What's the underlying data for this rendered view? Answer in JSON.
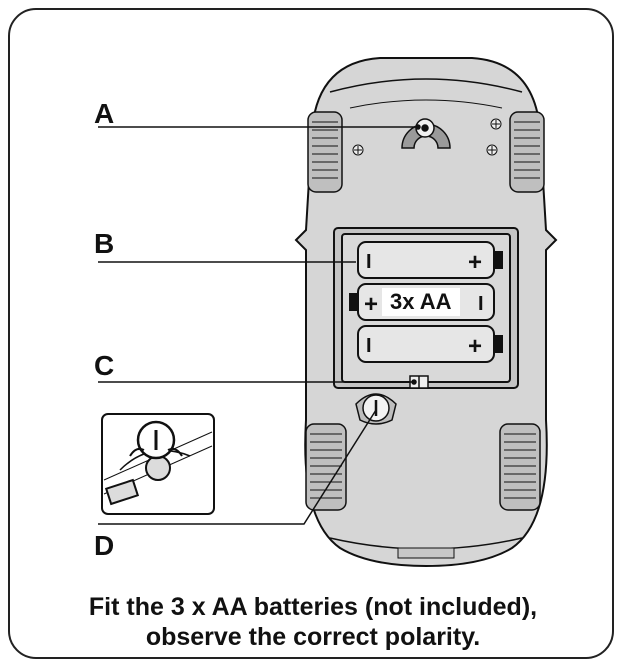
{
  "labels": {
    "a": "A",
    "b": "B",
    "c": "C",
    "d": "D"
  },
  "battery": {
    "count_label": "3x AA",
    "plus": "+",
    "minus": "I"
  },
  "lock_icon": "I",
  "caption": {
    "line1": "Fit the 3 x AA batteries (not included),",
    "line2": "observe the correct polarity."
  }
}
